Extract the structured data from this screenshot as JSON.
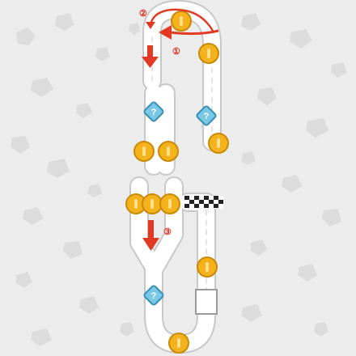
{
  "map": {
    "background_color": "#ececec",
    "spot_color": "#dcdcdc",
    "track_color": "#ffffff",
    "track_edge_color": "#c8c8c8",
    "arrow_color": "#e23a22",
    "coin_color": "#f4b21c",
    "item_box_color": "#79c8e6"
  },
  "labels": {
    "step_1": "①",
    "step_2": "②",
    "step_3": "③"
  },
  "icons": {
    "coin": "coin-icon",
    "item_box": "item-box-icon",
    "finish_line": "checkered-finish-line",
    "arrow": "red-direction-arrow"
  },
  "counts": {
    "coins_visible": 10,
    "item_boxes_visible": 3,
    "numbered_arrows": 3
  }
}
